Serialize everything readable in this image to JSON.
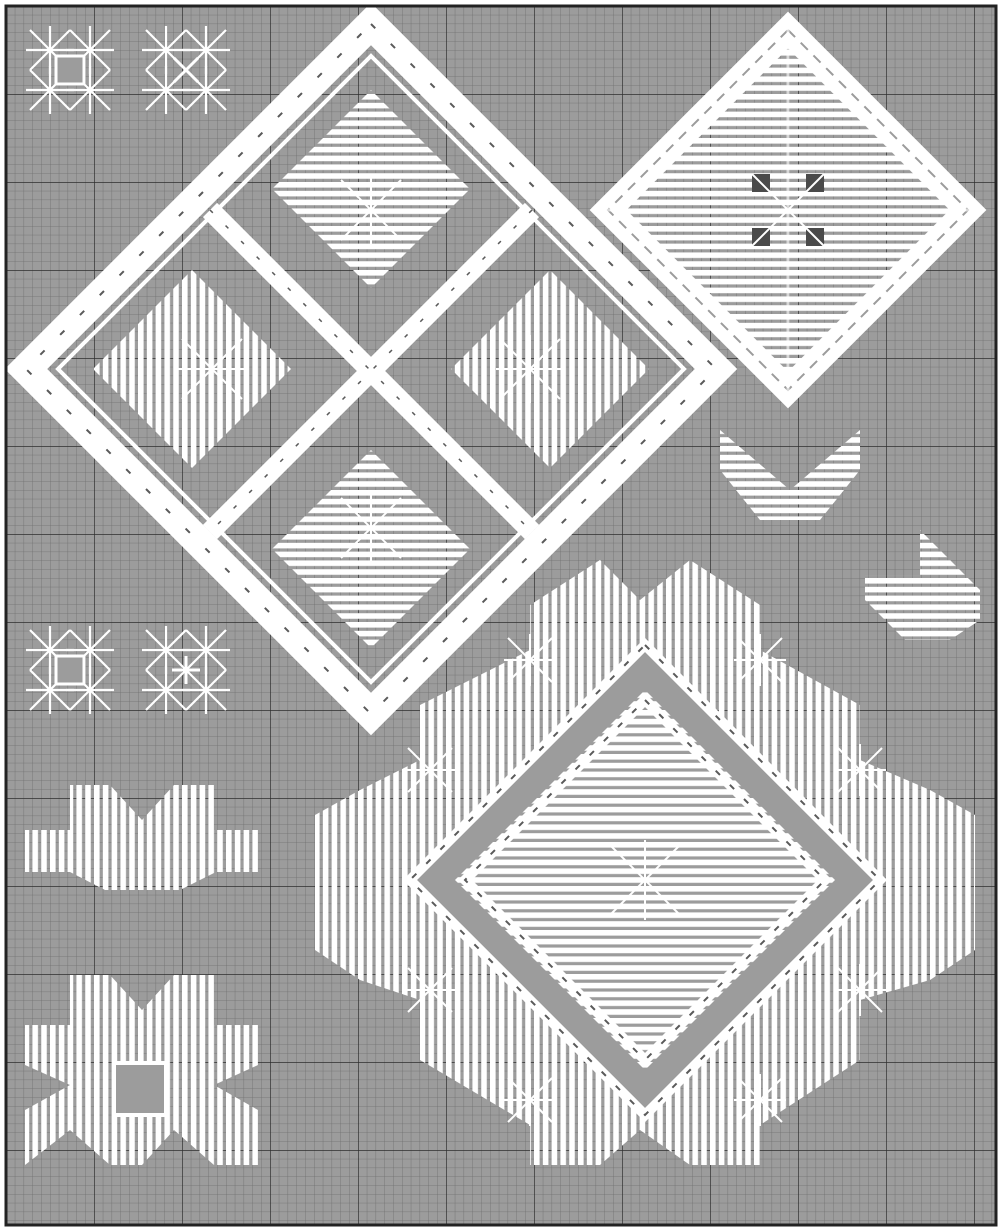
{
  "colors": {
    "fabric": "#9c9c9c",
    "grid_minor": "#6e6e6e",
    "grid_major": "#2e2e2e",
    "thread": "#ffffff",
    "hole": "#5a5a5a",
    "border": "#222222"
  },
  "chart_data": {
    "type": "pattern-chart",
    "grid": true,
    "grid_major_every": 10,
    "motifs": [
      "eyelet-square-small",
      "eyelet-cross-small",
      "large-diamond-cutwork",
      "small-diamond-cable",
      "half-fan-motif",
      "corner-fan-motif",
      "star-motif-left",
      "star-motif-lower-left",
      "large-star-medallion"
    ]
  }
}
